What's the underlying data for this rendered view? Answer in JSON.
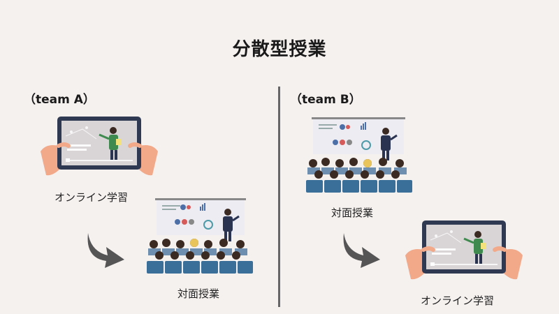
{
  "title": "分散型授業",
  "team_a": {
    "label": "（team A）",
    "step1": "オンライン学習",
    "step2": "対面授業"
  },
  "team_b": {
    "label": "（team B）",
    "step1": "対面授業",
    "step2": "オンライン学習"
  },
  "colors": {
    "background": "#f5f1ef",
    "divider": "#666666",
    "arrow": "#555555",
    "tablet": "#2f3a52",
    "hand": "#f2a98a",
    "seat": "#3a6f99",
    "suit": "#2a3350"
  }
}
